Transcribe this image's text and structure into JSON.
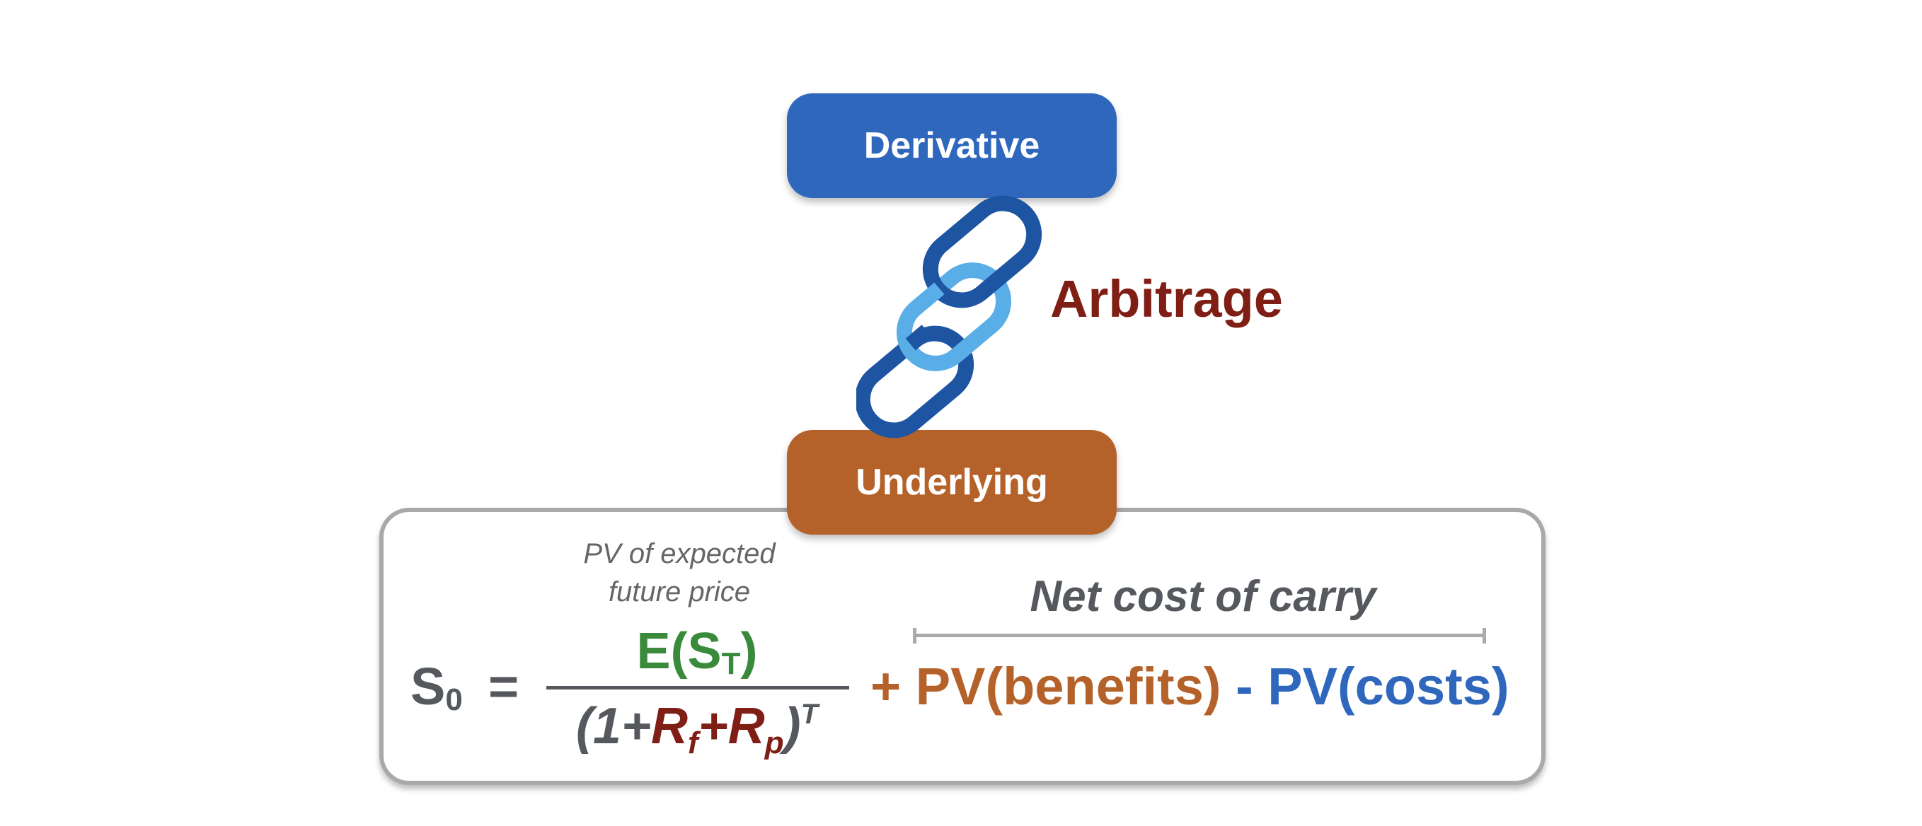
{
  "top_box": {
    "label": "Derivative",
    "color": "#2f67bd"
  },
  "bottom_box": {
    "label": "Underlying",
    "color": "#b5622a"
  },
  "link_label": "Arbitrage",
  "link_icon": "chain-icon",
  "formula": {
    "pv_note_line1": "PV of expected",
    "pv_note_line2": "future price",
    "net_cost_label": "Net cost of carry",
    "lhs_symbol": "S",
    "lhs_sub": "0",
    "equals": "=",
    "numerator_prefix": "E(S",
    "numerator_sub": "T",
    "numerator_suffix": ")",
    "denominator_open": "(1+",
    "rf_symbol": "R",
    "rf_sub": "f",
    "plus_sign": "+",
    "rp_symbol": "R",
    "rp_sub": "p",
    "denominator_close": ")",
    "denominator_exp": "T",
    "plus_term": "+",
    "benefits_term": "PV(benefits)",
    "minus_term": "-",
    "costs_term": "PV(costs)"
  },
  "colors": {
    "green": "#3a8a3c",
    "dark_red": "#7f1e14",
    "orange": "#b5622a",
    "blue": "#2f67bd",
    "gray": "#55595e"
  }
}
